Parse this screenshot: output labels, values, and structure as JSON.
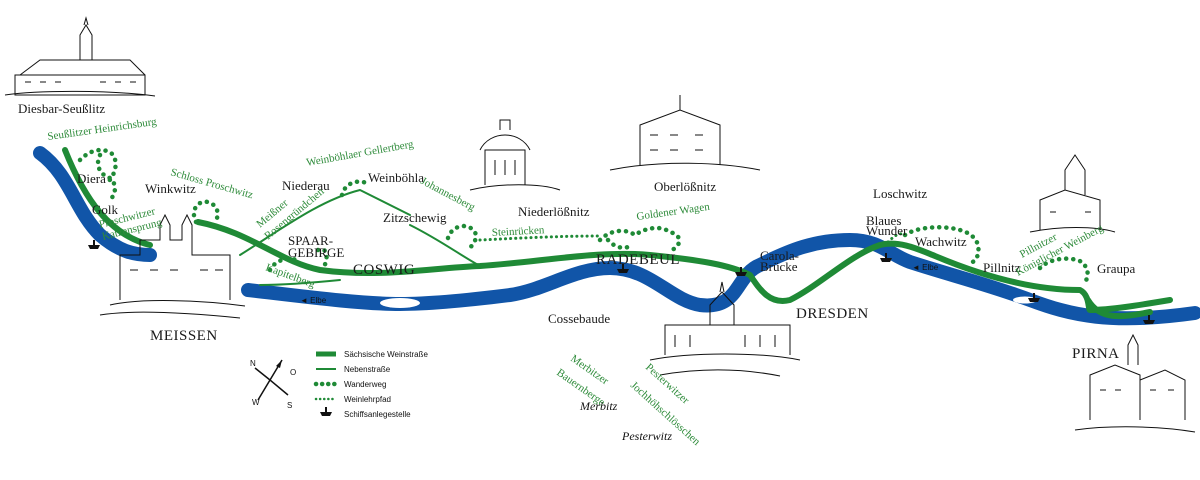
{
  "colors": {
    "river": "#1155a8",
    "wine_route": "#1f8a36",
    "vine_text": "#2e8b3a",
    "ink": "#111111"
  },
  "river": {
    "label_left": "◄ Elbe",
    "label_right": "◄ Elbe"
  },
  "places": {
    "diesbar": "Diesbar-Seußlitz",
    "diera": "Diera",
    "golk": "Golk",
    "winkwitz": "Winkwitz",
    "niederau": "Niederau",
    "weinboehla": "Weinböhla",
    "zitzschewig": "Zitzschewig",
    "niederloessnitz": "Niederlößnitz",
    "oberloessnitz": "Oberlößnitz",
    "spaar": "SPAAR-",
    "gebirge": "GEBIRGE",
    "coswig": "COSWIG",
    "radebeul": "RADEBEUL",
    "meissen": "MEISSEN",
    "cossebaude": "Cossebaude",
    "carola_1": "Carola-",
    "carola_2": "Brücke",
    "dresden": "DRESDEN",
    "loschwitz": "Loschwitz",
    "blaues_1": "Blaues",
    "blaues_2": "Wunder",
    "wachwitz": "Wachwitz",
    "pillnitz": "Pillnitz",
    "graupa": "Graupa",
    "pirna": "PIRNA",
    "merbitz": "Merbitz",
    "pesterwitz": "Pesterwitz"
  },
  "vineyards": {
    "seusslitzer": "Seußlitzer Heinrichsburg",
    "proschwitzer_1": "Proschwitzer",
    "proschwitzer_2": "Katzensprung",
    "schloss_proschwitz": "Schloss Proschwitz",
    "meissner_1": "Meißner",
    "meissner_2": "Rosengründchen",
    "kapitelberg": "Kapitelberg",
    "gellertberg": "Weinböhlaer Gellertberg",
    "johannesberg": "Johannesberg",
    "steinruecken": "Steinrücken",
    "goldener_wagen": "Goldener Wagen",
    "pillnitzer_1": "Pillnitzer",
    "pillnitzer_2": "Königlicher Weinberg",
    "merbitzer_1": "Merbitzer",
    "merbitzer_2": "Bauernberge",
    "pesterwitzer_1": "Pesterwitzer",
    "pesterwitzer_2": "Jochhöhschlösschen"
  },
  "legend": {
    "items": [
      {
        "label": "Sächsische Weinstraße",
        "kind": "thick"
      },
      {
        "label": "Nebenstraße",
        "kind": "thin"
      },
      {
        "label": "Wanderweg",
        "kind": "dots-big"
      },
      {
        "label": "Weinlehrpfad",
        "kind": "dots-small"
      },
      {
        "label": "Schiffsanlegestelle",
        "kind": "ship"
      }
    ]
  },
  "compass": {
    "n": "N",
    "o": "O",
    "s": "S",
    "w": "W"
  }
}
